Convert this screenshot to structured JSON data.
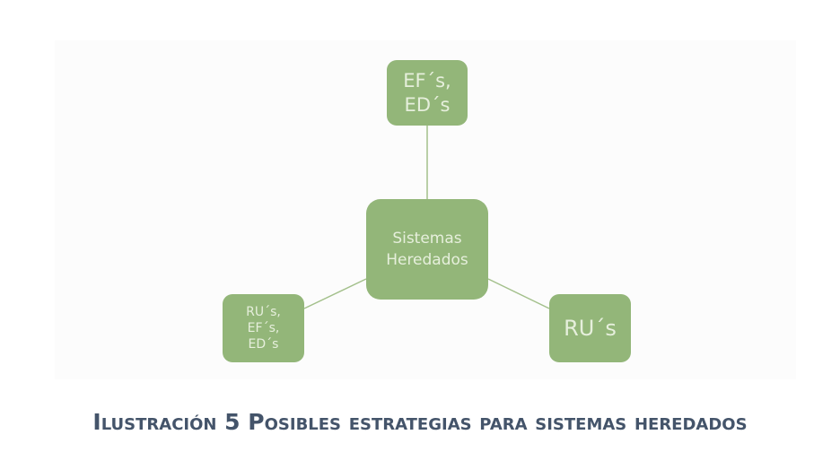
{
  "diagram": {
    "nodes": {
      "center": {
        "label": "Sistemas\nHeredados"
      },
      "top": {
        "label": "EF´s,\nED´s"
      },
      "left": {
        "label": "RU´s,\nEF´s,\nED´s"
      },
      "right": {
        "label": "RU´s"
      }
    },
    "edges": [
      {
        "from": "center",
        "to": "top"
      },
      {
        "from": "center",
        "to": "left"
      },
      {
        "from": "center",
        "to": "right"
      }
    ],
    "colors": {
      "node_fill": "#93b679",
      "node_text": "#e6efdc",
      "connector": "#93b679",
      "caption": "#44546a"
    }
  },
  "caption": {
    "text": "Ilustración 5 Posibles estrategias para sistemas heredados"
  }
}
